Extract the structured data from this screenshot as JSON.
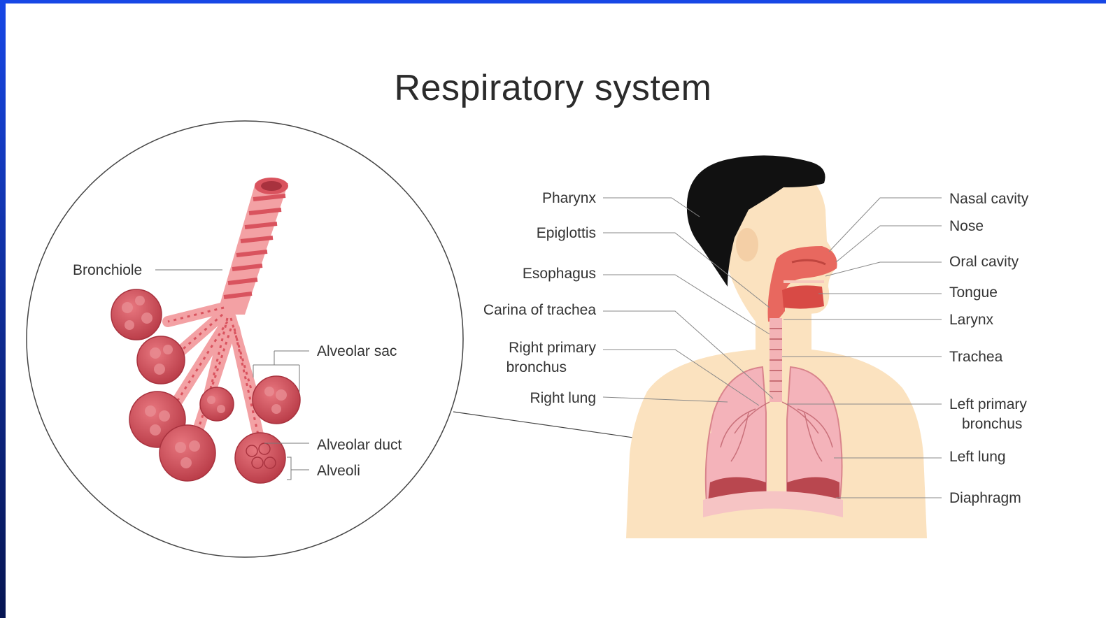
{
  "title": "Respiratory system",
  "left_labels": {
    "bronchiole": "Bronchiole",
    "alveolar_sac": "Alveolar sac",
    "alveolar_duct": "Alveolar duct",
    "alveoli": "Alveoli"
  },
  "right_left_labels": {
    "pharynx": "Pharynx",
    "epiglottis": "Epiglottis",
    "esophagus": "Esophagus",
    "carina": "Carina of trachea",
    "right_primary_1": "Right primary",
    "right_primary_2": "bronchus",
    "right_lung": "Right lung"
  },
  "right_right_labels": {
    "nasal_cavity": "Nasal cavity",
    "nose": "Nose",
    "oral_cavity": "Oral cavity",
    "tongue": "Tongue",
    "larynx": "Larynx",
    "trachea": "Trachea",
    "left_primary_1": "Left primary",
    "left_primary_2": "bronchus",
    "left_lung": "Left lung",
    "diaphragm": "Diaphragm"
  },
  "colors": {
    "frame_blue": "#1747e6",
    "skin": "#fbe2bf",
    "hair": "#111111",
    "lung": "#f4b3ba",
    "tissue": "#e36b6b",
    "alveoli": "#cc4a55"
  }
}
